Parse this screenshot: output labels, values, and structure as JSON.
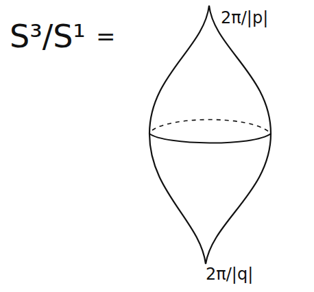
{
  "diagram": {
    "labels": [
      "S³/S¹",
      "=",
      "2π/|p|",
      "2π/|q|"
    ]
  }
}
